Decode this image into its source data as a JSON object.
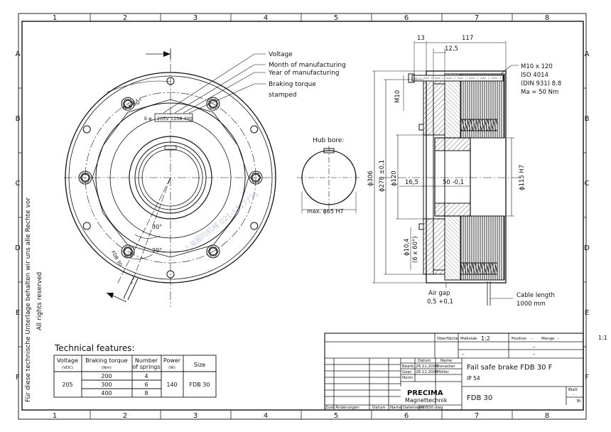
{
  "zones": {
    "columns": [
      "1",
      "2",
      "3",
      "4",
      "5",
      "6",
      "7",
      "8"
    ],
    "rows": [
      "A",
      "B",
      "C",
      "D",
      "E",
      "F"
    ]
  },
  "margin_notes": {
    "rights_de": "Für diese technische Unterlage behalten wir uns alle Rechte vor",
    "rights_en": "All rights reserved",
    "scale_side": "1:1",
    "watermark": "上海超均机械 021-5117775"
  },
  "front_view": {
    "angle_6x60": "6 x 60°",
    "angle_30": "30°",
    "angle_20": "20°",
    "nameplate_prefix": "E-φ",
    "nameplate_text": "205V 1108 400",
    "cable_label": "FDB 30"
  },
  "callouts": {
    "voltage": "Voltage",
    "month": "Month of manufacturing",
    "year": "Year of manufacturing",
    "torque1": "Braking torque",
    "torque2": "stamped"
  },
  "hub": {
    "title": "Hub bore:",
    "dim": "max. ϕ65 H7"
  },
  "section_view": {
    "dim_13": "13",
    "dim_117": "117",
    "dim_12_5": "12,5",
    "dim_m10": "M10",
    "screw1": "M10 x 120",
    "screw2": "ISO 4014",
    "screw3": "(DIN 931) 8.8",
    "screw4": "Ma = 50 Nm",
    "dia_306": "ϕ306",
    "dia_278": "ϕ278 ±0,1",
    "dia_120": "ϕ120",
    "dim_16_5": "16,5",
    "dim_50": "50 -0,1",
    "dia_115": "ϕ115 H7",
    "dia_10_4": "ϕ10,4",
    "six_60": "(6 x 60°)",
    "air_gap1": "Air gap",
    "air_gap2": "0,5 +0,1",
    "cable1": "Cable length",
    "cable2": "1000 mm"
  },
  "technical": {
    "title": "Technical features:",
    "headers": {
      "voltage": "Voltage",
      "voltage_unit": "(VDC)",
      "torque": "Braking torque",
      "torque_unit": "(Nm)",
      "springs": "Number",
      "springs2": "of springs",
      "power": "Power",
      "power_unit": "(W)",
      "size": "Size"
    },
    "voltage": "205",
    "power": "140",
    "size": "FDB 30",
    "rows": [
      {
        "torque": "200",
        "springs": "4"
      },
      {
        "torque": "300",
        "springs": "6"
      },
      {
        "torque": "400",
        "springs": "8"
      }
    ]
  },
  "title_block": {
    "oberflaeche": "Oberfläche",
    "massstab_label": "Maßstab",
    "massstab": "1:2",
    "position": "Position",
    "menge": "Menge",
    "dash": "–",
    "datum": "Datum",
    "name": "Name",
    "bearb": "Bearb.",
    "gepr": "Gepr.",
    "norm": "Norm",
    "bearb_date": "28.11.2008",
    "bearb_name": "Bonacker",
    "gepr_date": "28.11.2008",
    "gepr_name": "Möller",
    "product": "Fail safe brake FDB 30 F",
    "ip": "IP 54",
    "company1": "PRECIMA",
    "company2": "Magnettechnik",
    "drawing_no": "FDB 30",
    "blatt": "Blatt",
    "bl": "Bl.",
    "zust": "Zust",
    "aenderungen": "Änderungen",
    "datum2": "Datum",
    "name2": "Name",
    "dateiname": "Dateiname",
    "file": "FDB30.dwg"
  }
}
